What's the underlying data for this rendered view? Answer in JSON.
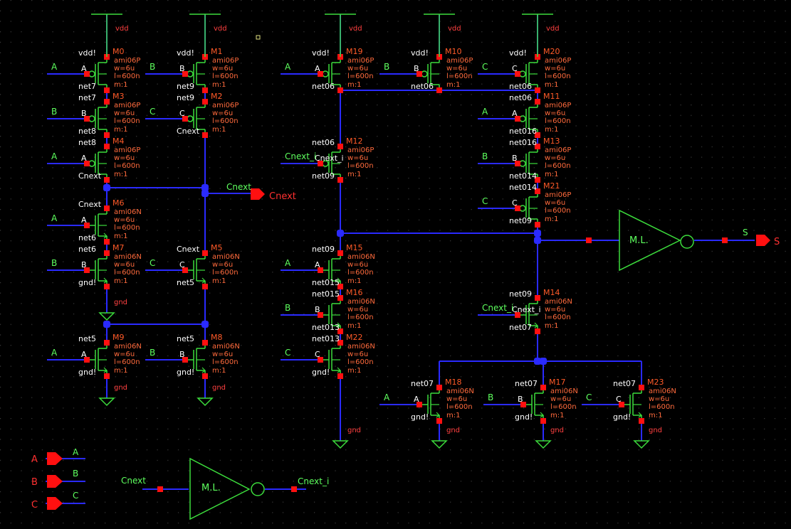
{
  "colors": {
    "background": "#000000",
    "grid": "#3a3a3a",
    "wire": "#2a2aff",
    "device": "#3cdc3c",
    "pin": "#ff1010",
    "label_green": "#5eff5e",
    "param": "#ff6a3c"
  },
  "power": {
    "vdd": "vdd",
    "gnd": "gnd"
  },
  "transistors": [
    {
      "name": "M0",
      "gate": "A",
      "top": "vdd!",
      "bottom": "net7",
      "model": "ami06P",
      "w": "w=6u",
      "l": "l=600n",
      "m": "m:1",
      "type": "p"
    },
    {
      "name": "M1",
      "gate": "B",
      "top": "vdd!",
      "bottom": "net9",
      "model": "ami06P",
      "w": "w=6u",
      "l": "l=600n",
      "m": "m:1",
      "type": "p"
    },
    {
      "name": "M3",
      "gate": "B",
      "top": "net7",
      "bottom": "net8",
      "model": "ami06P",
      "w": "w=6u",
      "l": "l=600n",
      "m": "m:1",
      "type": "p"
    },
    {
      "name": "M2",
      "gate": "C",
      "top": "net9",
      "bottom": "Cnext",
      "model": "ami06P",
      "w": "w=6u",
      "l": "l=600n",
      "m": "m:1",
      "type": "p"
    },
    {
      "name": "M4",
      "gate": "A",
      "top": "net8",
      "bottom": "Cnext",
      "model": "ami06P",
      "w": "w=6u",
      "l": "l=600n",
      "m": "m:1",
      "type": "p"
    },
    {
      "name": "M6",
      "gate": "A",
      "top": "Cnext",
      "bottom": "net6",
      "model": "ami06N",
      "w": "w=6u",
      "l": "l=600n",
      "m": "m:1",
      "type": "n"
    },
    {
      "name": "M7",
      "gate": "B",
      "top": "net6",
      "bottom": "gnd!",
      "model": "ami06N",
      "w": "w=6u",
      "l": "l=600n",
      "m": "m:1",
      "type": "n"
    },
    {
      "name": "M5",
      "gate": "C",
      "top": "Cnext",
      "bottom": "net5",
      "model": "ami06N",
      "w": "w=6u",
      "l": "l=600n",
      "m": "m:1",
      "type": "n"
    },
    {
      "name": "M9",
      "gate": "A",
      "top": "net5",
      "bottom": "gnd!",
      "model": "ami06N",
      "w": "w=6u",
      "l": "l=600n",
      "m": "m:1",
      "type": "n"
    },
    {
      "name": "M8",
      "gate": "B",
      "top": "net5",
      "bottom": "gnd!",
      "model": "ami06N",
      "w": "w=6u",
      "l": "l=600n",
      "m": "m:1",
      "type": "n"
    },
    {
      "name": "M19",
      "gate": "A",
      "top": "vdd!",
      "bottom": "net06",
      "model": "ami06P",
      "w": "w=6u",
      "l": "l=600n",
      "m": "m:1",
      "type": "p"
    },
    {
      "name": "M10",
      "gate": "B",
      "top": "vdd!",
      "bottom": "net06",
      "model": "ami06P",
      "w": "w=6u",
      "l": "l=600n",
      "m": "m:1",
      "type": "p"
    },
    {
      "name": "M20",
      "gate": "C",
      "top": "vdd!",
      "bottom": "net06",
      "model": "ami06P",
      "w": "w=6u",
      "l": "l=600n",
      "m": "m:1",
      "type": "p"
    },
    {
      "name": "M12",
      "gate": "Cnext_i",
      "top": "net06",
      "bottom": "net09",
      "model": "ami06P",
      "w": "w=6u",
      "l": "l=600n",
      "m": "m:1",
      "type": "p"
    },
    {
      "name": "M11",
      "gate": "A",
      "top": "net06",
      "bottom": "net016",
      "model": "ami06P",
      "w": "w=6u",
      "l": "l=600n",
      "m": "m:1",
      "type": "p"
    },
    {
      "name": "M13",
      "gate": "B",
      "top": "net016",
      "bottom": "net014",
      "model": "ami06P",
      "w": "w=6u",
      "l": "l=600n",
      "m": "m:1",
      "type": "p"
    },
    {
      "name": "M21",
      "gate": "C",
      "top": "net014",
      "bottom": "net09",
      "model": "ami06P",
      "w": "w=6u",
      "l": "l=600n",
      "m": "m:1",
      "type": "p"
    },
    {
      "name": "M15",
      "gate": "A",
      "top": "net09",
      "bottom": "net015",
      "model": "ami06N",
      "w": "w=6u",
      "l": "l=600n",
      "m": "m:1",
      "type": "n"
    },
    {
      "name": "M16",
      "gate": "B",
      "top": "net015",
      "bottom": "net013",
      "model": "ami06N",
      "w": "w=6u",
      "l": "l=600n",
      "m": "m:1",
      "type": "n"
    },
    {
      "name": "M22",
      "gate": "C",
      "top": "net013",
      "bottom": "gnd!",
      "model": "ami06N",
      "w": "w=6u",
      "l": "l=600n",
      "m": "m:1",
      "type": "n"
    },
    {
      "name": "M14",
      "gate": "Cnext_i",
      "top": "net09",
      "bottom": "net07",
      "model": "ami06N",
      "w": "w=6u",
      "l": "l=600n",
      "m": "m:1",
      "type": "n"
    },
    {
      "name": "M18",
      "gate": "A",
      "top": "net07",
      "bottom": "gnd!",
      "model": "ami06N",
      "w": "w=6u",
      "l": "l=600n",
      "m": "m:1",
      "type": "n"
    },
    {
      "name": "M17",
      "gate": "B",
      "top": "net07",
      "bottom": "gnd!",
      "model": "ami06N",
      "w": "w=6u",
      "l": "l=600n",
      "m": "m:1",
      "type": "n"
    },
    {
      "name": "M23",
      "gate": "C",
      "top": "net07",
      "bottom": "gnd!",
      "model": "ami06N",
      "w": "w=6u",
      "l": "l=600n",
      "m": "m:1",
      "type": "n"
    }
  ],
  "wire_labels": {
    "cnext": "Cnext",
    "cnext_i": "Cnext_i",
    "s": "S"
  },
  "inverters": [
    {
      "label": "M.L.",
      "input": "",
      "output": "S"
    },
    {
      "label": "M.L.",
      "input": "Cnext",
      "output": "Cnext_i"
    }
  ],
  "pins": {
    "inputs": [
      "A",
      "B",
      "C"
    ],
    "outputs": [
      "Cnext",
      "S"
    ]
  }
}
